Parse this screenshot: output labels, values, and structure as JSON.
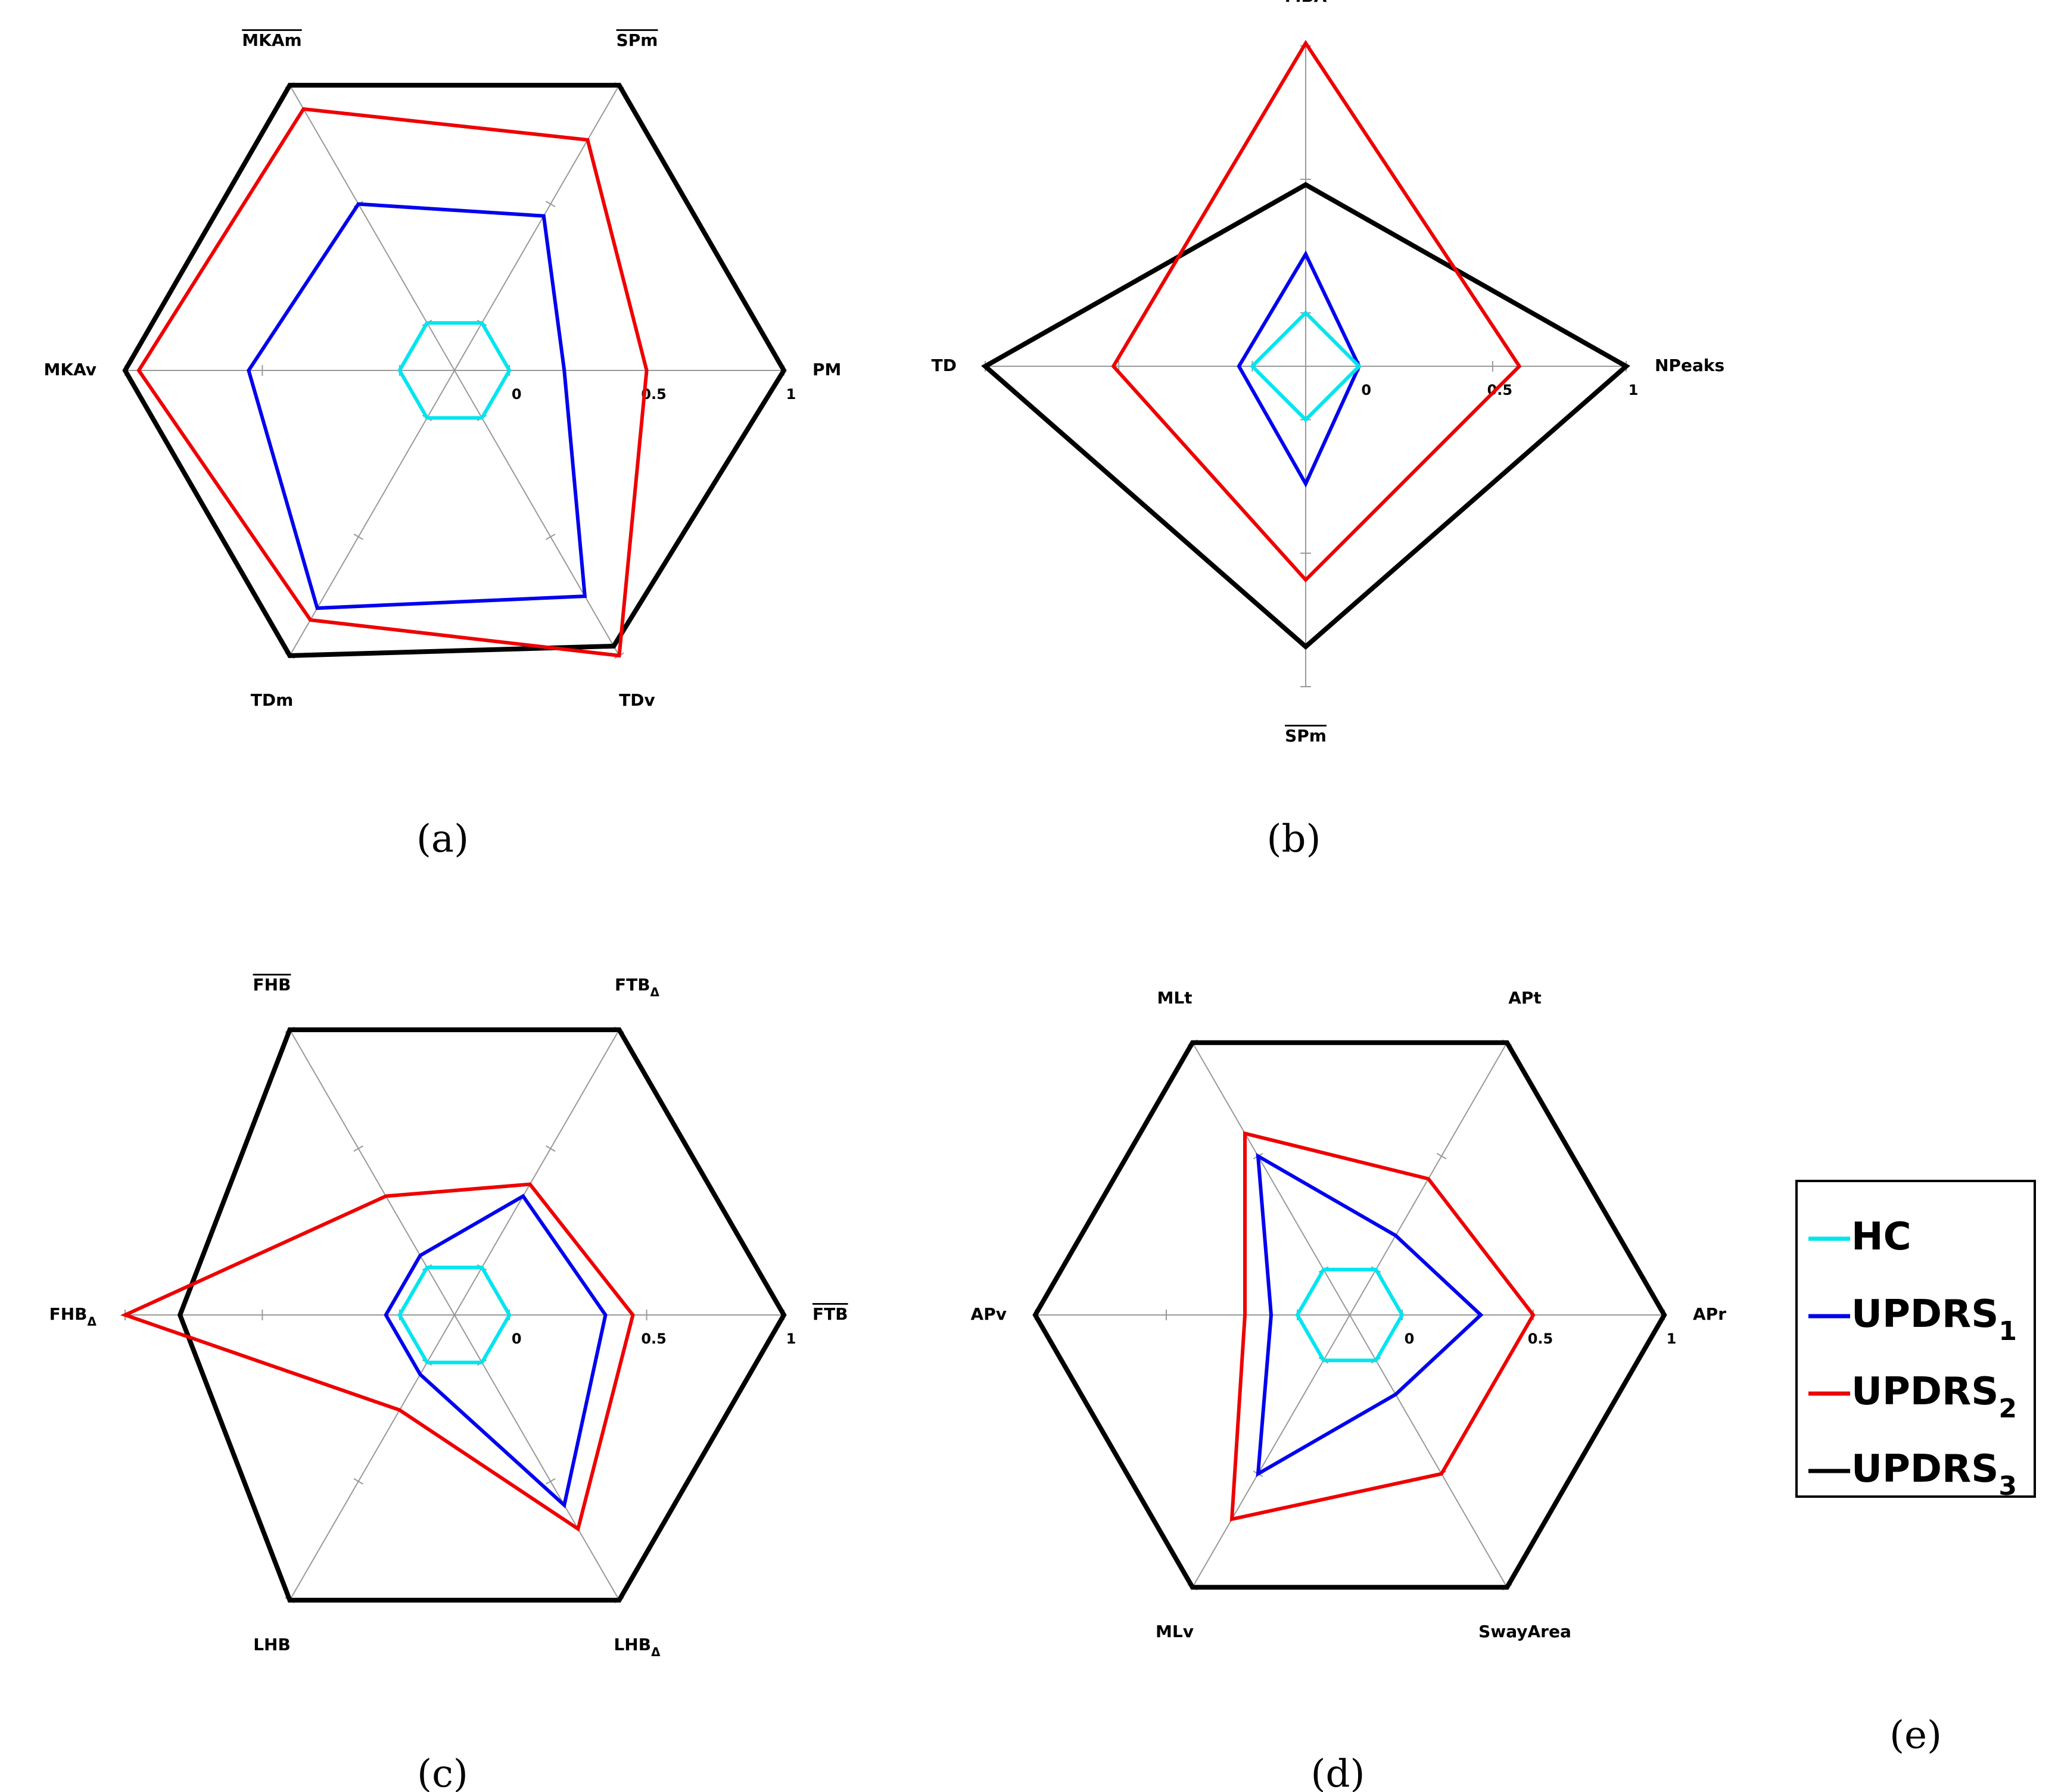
{
  "legend": {
    "entries": [
      {
        "key": "hc",
        "label": "HC",
        "sub": "",
        "color": "#00e5ee"
      },
      {
        "key": "updrs1",
        "label": "UPDRS",
        "sub": "1",
        "color": "#0000ee"
      },
      {
        "key": "updrs2",
        "label": "UPDRS",
        "sub": "2",
        "color": "#ee0000"
      },
      {
        "key": "updrs3",
        "label": "UPDRS",
        "sub": "3",
        "color": "#000000"
      }
    ],
    "caption": "(e)"
  },
  "chart_data": [
    {
      "type": "radar",
      "caption": "(a)",
      "axes": [
        {
          "label": "PM",
          "sub": "",
          "overline": false
        },
        {
          "label": "SPm",
          "sub": "",
          "overline": true
        },
        {
          "label": "MKAm",
          "sub": "",
          "overline": true
        },
        {
          "label": "MKAv",
          "sub": "",
          "overline": false
        },
        {
          "label": "TDm",
          "sub": "",
          "overline": false
        },
        {
          "label": "TDv",
          "sub": "",
          "overline": false
        }
      ],
      "range": [
        -0.2,
        1
      ],
      "ticks": [
        {
          "value": 0,
          "label": "0"
        },
        {
          "value": 0.5,
          "label": "0.5"
        },
        {
          "value": 1,
          "label": "1"
        }
      ],
      "series": [
        {
          "key": "hc",
          "values": [
            0,
            0,
            0,
            0,
            0,
            0
          ]
        },
        {
          "key": "updrs1",
          "values": [
            0.2,
            0.45,
            0.5,
            0.55,
            0.8,
            0.75
          ]
        },
        {
          "key": "updrs2",
          "values": [
            0.5,
            0.77,
            0.9,
            0.95,
            0.85,
            1.0
          ]
        },
        {
          "key": "updrs3",
          "values": [
            1,
            1,
            1,
            1,
            1,
            0.96
          ]
        }
      ]
    },
    {
      "type": "radar",
      "caption": "(b)",
      "axes": [
        {
          "label": "NPeaks",
          "sub": "",
          "overline": false
        },
        {
          "label": "MBA",
          "sub": "",
          "overline": false
        },
        {
          "label": "TD",
          "sub": "",
          "overline": false
        },
        {
          "label": "SPm",
          "sub": "",
          "overline": true
        }
      ],
      "range": [
        -0.2,
        1
      ],
      "ticks": [
        {
          "value": 0,
          "label": "0"
        },
        {
          "value": 0.5,
          "label": "0.5"
        },
        {
          "value": 1,
          "label": "1"
        }
      ],
      "series": [
        {
          "key": "hc",
          "values": [
            0,
            0,
            0,
            0
          ]
        },
        {
          "key": "updrs1",
          "values": [
            0,
            0.22,
            0.05,
            0.24
          ]
        },
        {
          "key": "updrs2",
          "values": [
            0.6,
            1.01,
            0.52,
            0.6
          ]
        },
        {
          "key": "updrs3",
          "values": [
            1,
            0.48,
            1,
            0.85
          ]
        }
      ]
    },
    {
      "type": "radar",
      "caption": "(c)",
      "axes": [
        {
          "label": "FTB",
          "sub": "",
          "overline": true
        },
        {
          "label": "FTB",
          "sub": "Δ",
          "overline": false
        },
        {
          "label": "FHB",
          "sub": "",
          "overline": true
        },
        {
          "label": "FHB",
          "sub": "Δ",
          "overline": false
        },
        {
          "label": "LHB",
          "sub": "",
          "overline": false
        },
        {
          "label": "LHB",
          "sub": "Δ",
          "overline": false
        }
      ],
      "range": [
        -0.2,
        1
      ],
      "ticks": [
        {
          "value": 0,
          "label": "0"
        },
        {
          "value": 0.5,
          "label": "0.5"
        },
        {
          "value": 1,
          "label": "1"
        }
      ],
      "series": [
        {
          "key": "hc",
          "values": [
            0,
            0,
            0,
            0,
            0,
            0
          ]
        },
        {
          "key": "updrs1",
          "values": [
            0.35,
            0.3,
            0.05,
            0.05,
            0.05,
            0.6
          ]
        },
        {
          "key": "updrs2",
          "values": [
            0.45,
            0.35,
            0.3,
            1.0,
            0.2,
            0.7
          ]
        },
        {
          "key": "updrs3",
          "values": [
            1,
            1,
            1,
            0.8,
            1,
            1
          ]
        }
      ]
    },
    {
      "type": "radar",
      "caption": "(d)",
      "axes": [
        {
          "label": "APr",
          "sub": "",
          "overline": false
        },
        {
          "label": "APt",
          "sub": "",
          "overline": false
        },
        {
          "label": "MLt",
          "sub": "",
          "overline": false
        },
        {
          "label": "APv",
          "sub": "",
          "overline": false
        },
        {
          "label": "MLv",
          "sub": "",
          "overline": false
        },
        {
          "label": "SwayArea",
          "sub": "",
          "overline": false
        }
      ],
      "range": [
        -0.2,
        1
      ],
      "ticks": [
        {
          "value": 0,
          "label": "0"
        },
        {
          "value": 0.5,
          "label": "0.5"
        },
        {
          "value": 1,
          "label": "1"
        }
      ],
      "series": [
        {
          "key": "hc",
          "values": [
            0,
            0,
            0,
            0,
            0,
            0
          ]
        },
        {
          "key": "updrs1",
          "values": [
            0.3,
            0.15,
            0.5,
            0.1,
            0.5,
            0.15
          ]
        },
        {
          "key": "updrs2",
          "values": [
            0.5,
            0.4,
            0.6,
            0.2,
            0.7,
            0.5
          ]
        },
        {
          "key": "updrs3",
          "values": [
            1,
            1,
            1,
            1,
            1,
            1
          ]
        }
      ]
    }
  ]
}
